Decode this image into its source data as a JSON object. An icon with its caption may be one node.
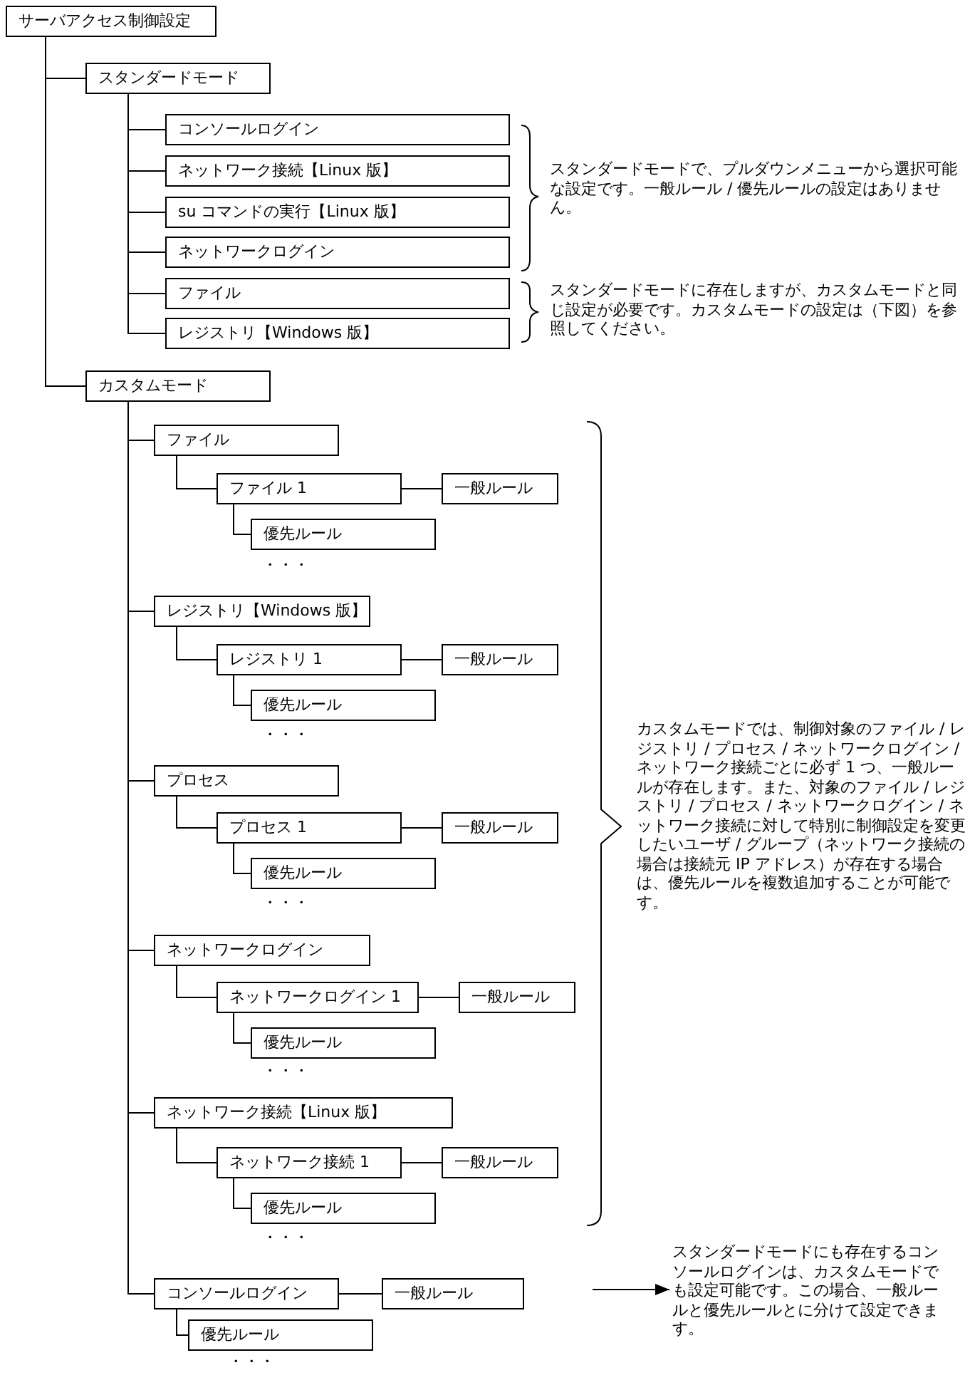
{
  "diagram": {
    "nodes": [
      {
        "text": [
          "サーバアクセス制御設定"
        ]
      },
      {
        "text": [
          "スタンダードモード"
        ]
      },
      {
        "text": [
          "コンソールログイン"
        ]
      },
      {
        "text": [
          "ネットワーク接続【Linux 版】"
        ]
      },
      {
        "text": [
          "su コマンドの実行【Linux 版】"
        ]
      },
      {
        "text": [
          "ネットワークログイン"
        ]
      },
      {
        "text": [
          "ファイル"
        ]
      },
      {
        "text": [
          "レジストリ【Windows 版】"
        ]
      },
      {
        "text": [
          "カスタムモード"
        ]
      },
      {
        "text": [
          "ファイル"
        ]
      },
      {
        "text": [
          "ファイル 1"
        ]
      },
      {
        "text": [
          "一般ルール"
        ]
      },
      {
        "text": [
          "優先ルール"
        ]
      },
      {
        "text": [
          "レジストリ【Windows 版】"
        ]
      },
      {
        "text": [
          "レジストリ 1"
        ]
      },
      {
        "text": [
          "一般ルール"
        ]
      },
      {
        "text": [
          "優先ルール"
        ]
      },
      {
        "text": [
          "プロセス"
        ]
      },
      {
        "text": [
          "プロセス 1"
        ]
      },
      {
        "text": [
          "一般ルール"
        ]
      },
      {
        "text": [
          "優先ルール"
        ]
      },
      {
        "text": [
          "ネットワークログイン"
        ]
      },
      {
        "text": [
          "ネットワークログイン 1"
        ]
      },
      {
        "text": [
          "一般ルール"
        ]
      },
      {
        "text": [
          "優先ルール"
        ]
      },
      {
        "text": [
          "ネットワーク接続【Linux 版】"
        ]
      },
      {
        "text": [
          "ネットワーク接続 1"
        ]
      },
      {
        "text": [
          "一般ルール"
        ]
      },
      {
        "text": [
          "優先ルール"
        ]
      },
      {
        "text": [
          "コンソールログイン"
        ]
      },
      {
        "text": [
          "一般ルール"
        ]
      },
      {
        "text": [
          "優先ルール"
        ]
      },
      {
        "text": [
          "スタンダードモードにも存在するコンソールログインは、カスタムモードでも設定可能です。この場合、一般ルールと優先ルールとに分けて設定できます。"
        ]
      }
    ],
    "edges": [
      {
        "from": 0,
        "to": 1,
        "arrow": "none"
      },
      {
        "from": 1,
        "to": 2,
        "arrow": "none"
      },
      {
        "from": 1,
        "to": 3,
        "arrow": "none"
      },
      {
        "from": 1,
        "to": 4,
        "arrow": "none"
      },
      {
        "from": 1,
        "to": 5,
        "arrow": "none"
      },
      {
        "from": 1,
        "to": 6,
        "arrow": "none"
      },
      {
        "from": 1,
        "to": 7,
        "arrow": "none"
      },
      {
        "from": 0,
        "to": 8,
        "arrow": "none"
      },
      {
        "from": 8,
        "to": 9,
        "arrow": "none"
      },
      {
        "from": 9,
        "to": 10,
        "arrow": "none"
      },
      {
        "from": 10,
        "to": 11,
        "arrow": "none"
      },
      {
        "from": 10,
        "to": 12,
        "arrow": "none"
      },
      {
        "from": 8,
        "to": 13,
        "arrow": "none"
      },
      {
        "from": 13,
        "to": 14,
        "arrow": "none"
      },
      {
        "from": 14,
        "to": 15,
        "arrow": "none"
      },
      {
        "from": 14,
        "to": 16,
        "arrow": "none"
      },
      {
        "from": 8,
        "to": 17,
        "arrow": "none"
      },
      {
        "from": 17,
        "to": 18,
        "arrow": "none"
      },
      {
        "from": 18,
        "to": 19,
        "arrow": "none"
      },
      {
        "from": 18,
        "to": 20,
        "arrow": "none"
      },
      {
        "from": 8,
        "to": 21,
        "arrow": "none"
      },
      {
        "from": 21,
        "to": 22,
        "arrow": "none"
      },
      {
        "from": 22,
        "to": 23,
        "arrow": "none"
      },
      {
        "from": 22,
        "to": 24,
        "arrow": "none"
      },
      {
        "from": 8,
        "to": 25,
        "arrow": "none"
      },
      {
        "from": 25,
        "to": 26,
        "arrow": "none"
      },
      {
        "from": 26,
        "to": 27,
        "arrow": "none"
      },
      {
        "from": 26,
        "to": 28,
        "arrow": "none"
      },
      {
        "from": 8,
        "to": 29,
        "arrow": "none"
      },
      {
        "from": 29,
        "to": 30,
        "arrow": "none"
      },
      {
        "from": 29,
        "to": 31,
        "arrow": "none"
      },
      {
        "from": null,
        "to": 32,
        "arrow": "to"
      }
    ],
    "labels": [
      "スタンダードモードで、プルダウンメニューから選択可能な設定です。一般ルール / 優先ルールの設定はありません。",
      "スタンダードモードに存在しますが、カスタムモードと同じ設定が必要です。カスタムモードの設定は（下図）を参照してください。",
      "・・・",
      "・・・",
      "・・・",
      "カスタムモードでは、制御対象のファイル / レジストリ / プロセス / ネットワークログイン / ネットワーク接続ごとに必ず 1 つ、一般ルールが存在します。また、対象のファイル / レジストリ / プロセス / ネットワークログイン / ネットワーク接続に対して特別に制御設定を変更したいユーザ / グループ（ネットワーク接続の場合は接続元 IP アドレス）が存在する場合は、優先ルールを複数追加することが可能です。",
      "・・・",
      "・・・",
      "・・・"
    ]
  }
}
